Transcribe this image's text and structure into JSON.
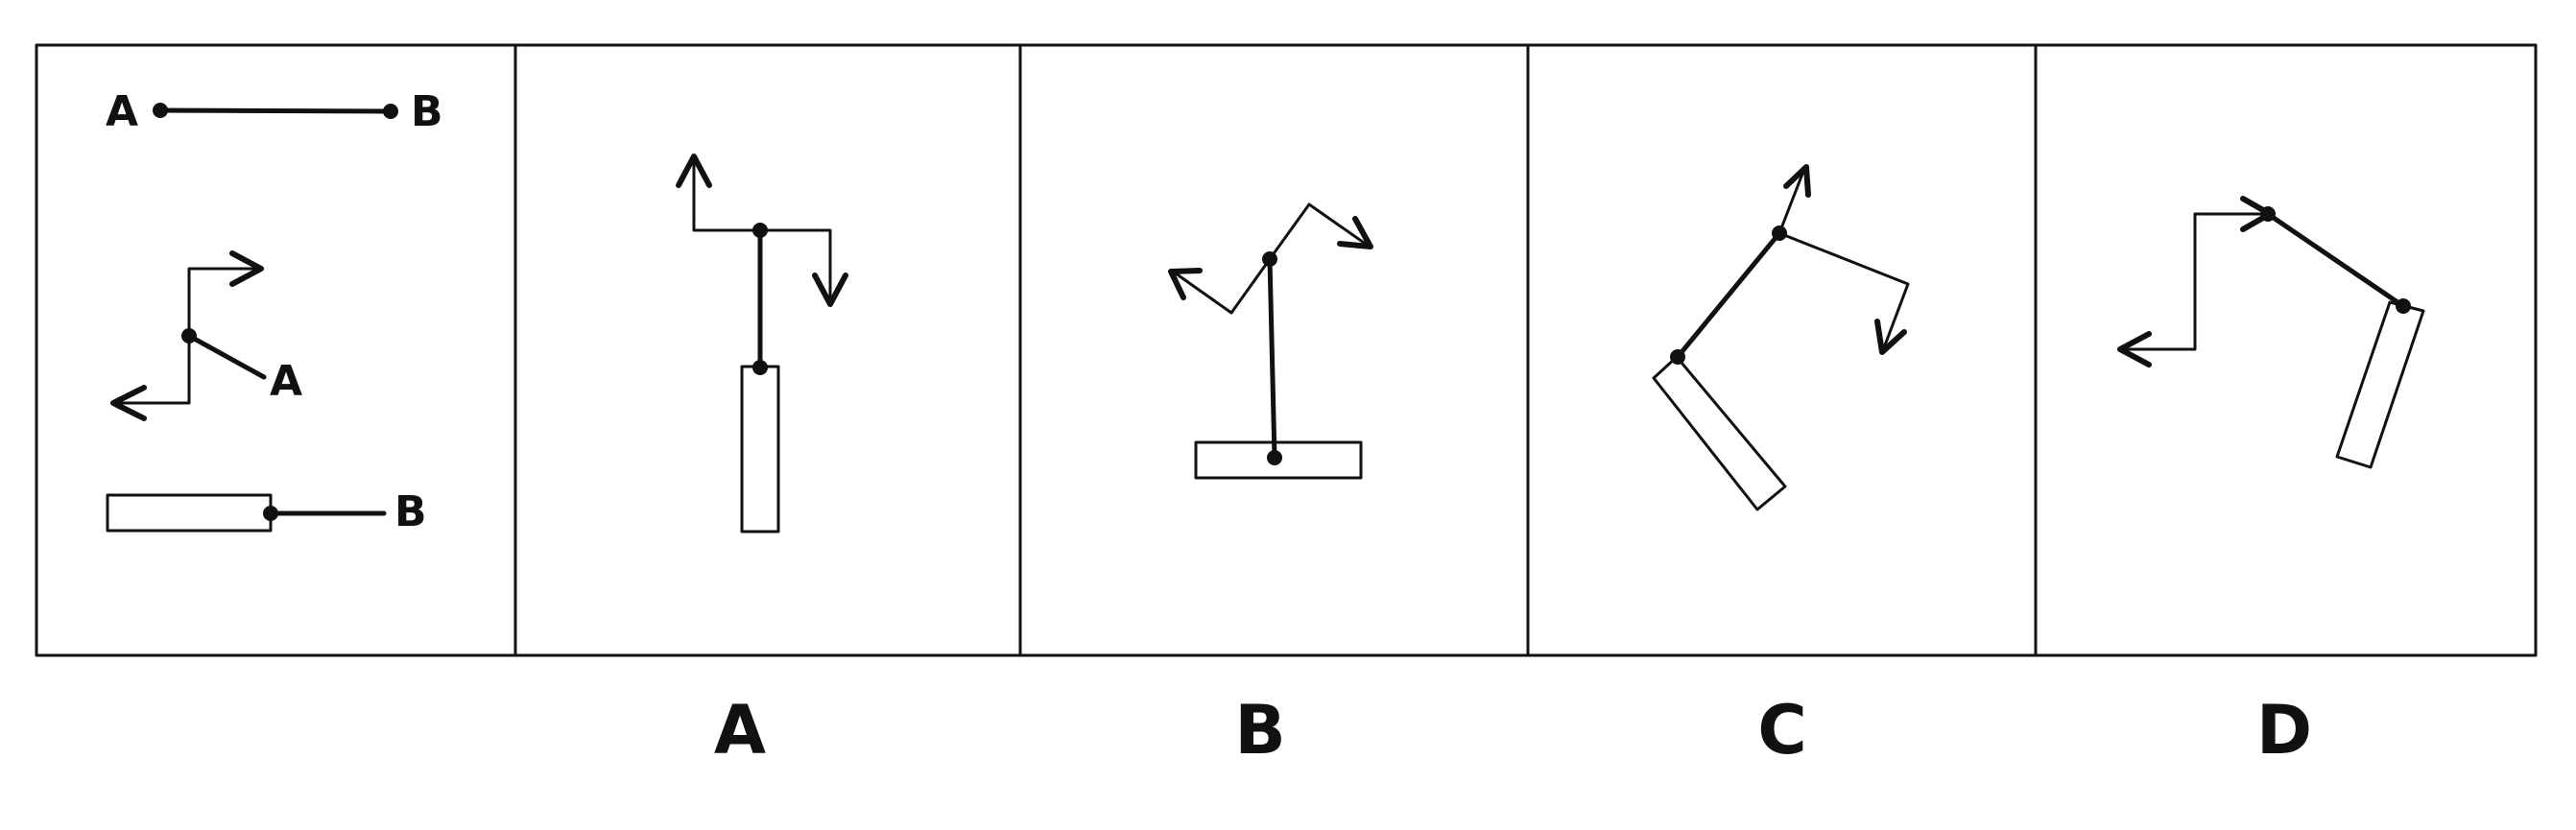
{
  "reference": {
    "segment_labels": {
      "start": "A",
      "end": "B"
    },
    "joint_label": "A",
    "block_label": "B"
  },
  "options": [
    {
      "label": "A"
    },
    {
      "label": "B"
    },
    {
      "label": "C"
    },
    {
      "label": "D"
    }
  ],
  "colors": {
    "line": "#111111",
    "background": "#ffffff"
  }
}
